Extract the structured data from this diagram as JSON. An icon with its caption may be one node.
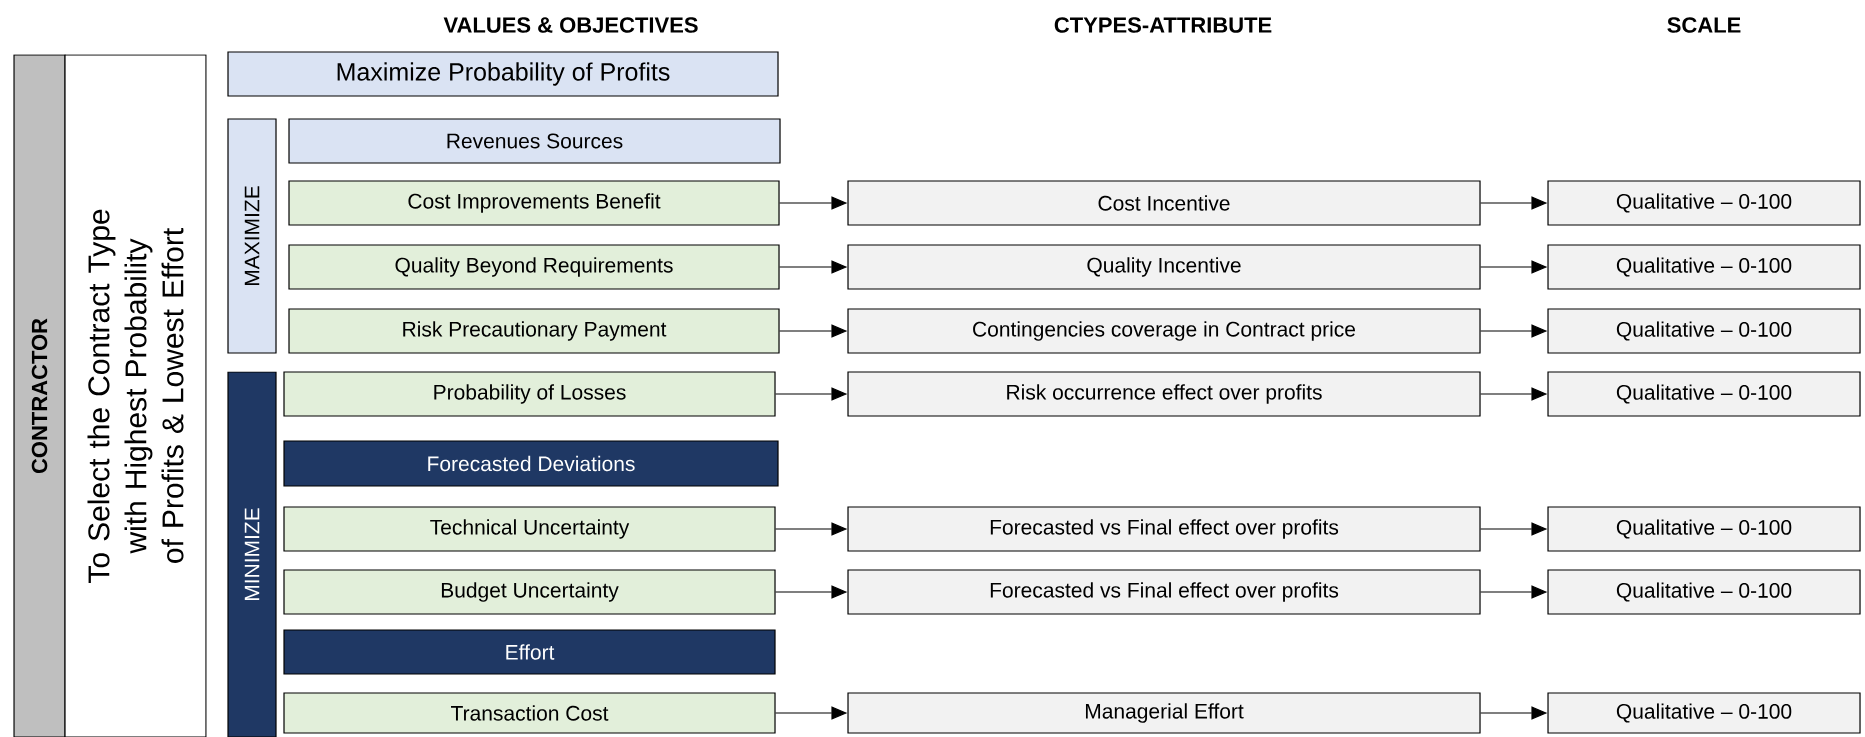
{
  "diagram": {
    "nodes": [
      {
        "text": [
          "CONTRACTOR"
        ]
      },
      {
        "text": [
          "To Select the Contract Type with Highest Probability of Profits & Lowest Effort"
        ]
      },
      {
        "text": [
          "Maximize Probability of Profits"
        ]
      },
      {
        "text": [
          "MAXIMIZE"
        ]
      },
      {
        "text": [
          "Revenues Sources"
        ]
      },
      {
        "text": [
          "Cost Improvements Benefit"
        ]
      },
      {
        "text": [
          "Cost Incentive"
        ]
      },
      {
        "text": [
          "Qualitative – 0-100"
        ]
      },
      {
        "text": [
          "Quality Beyond Requirements"
        ]
      },
      {
        "text": [
          "Quality Incentive"
        ]
      },
      {
        "text": [
          "Qualitative – 0-100"
        ]
      },
      {
        "text": [
          "Risk Precautionary Payment"
        ]
      },
      {
        "text": [
          "Contingencies coverage in Contract price"
        ]
      },
      {
        "text": [
          "Qualitative – 0-100"
        ]
      },
      {
        "text": [
          "MINIMIZE"
        ]
      },
      {
        "text": [
          "Probability of Losses"
        ]
      },
      {
        "text": [
          "Risk occurrence effect over profits"
        ]
      },
      {
        "text": [
          "Qualitative – 0-100"
        ]
      },
      {
        "text": [
          "Forecasted Deviations"
        ]
      },
      {
        "text": [
          "Technical Uncertainty"
        ]
      },
      {
        "text": [
          "Forecasted vs Final effect over profits"
        ]
      },
      {
        "text": [
          "Qualitative – 0-100"
        ]
      },
      {
        "text": [
          "Budget Uncertainty"
        ]
      },
      {
        "text": [
          "Forecasted vs Final effect over profits"
        ]
      },
      {
        "text": [
          "Qualitative – 0-100"
        ]
      },
      {
        "text": [
          "Effort"
        ]
      },
      {
        "text": [
          "Transaction Cost"
        ]
      },
      {
        "text": [
          "Managerial Effort"
        ]
      },
      {
        "text": [
          "Qualitative – 0-100"
        ]
      }
    ],
    "edges": [
      {
        "from": 5,
        "to": 6,
        "arrow": "to"
      },
      {
        "from": 6,
        "to": 7,
        "arrow": "to"
      },
      {
        "from": 8,
        "to": 9,
        "arrow": "to"
      },
      {
        "from": 9,
        "to": 10,
        "arrow": "to"
      },
      {
        "from": 11,
        "to": 12,
        "arrow": "to"
      },
      {
        "from": 12,
        "to": 13,
        "arrow": "to"
      },
      {
        "from": 15,
        "to": 16,
        "arrow": "to"
      },
      {
        "from": 16,
        "to": 17,
        "arrow": "to"
      },
      {
        "from": 19,
        "to": 20,
        "arrow": "to"
      },
      {
        "from": 20,
        "to": 21,
        "arrow": "to"
      },
      {
        "from": 22,
        "to": 23,
        "arrow": "to"
      },
      {
        "from": 23,
        "to": 24,
        "arrow": "to"
      },
      {
        "from": 26,
        "to": 27,
        "arrow": "to"
      },
      {
        "from": 27,
        "to": 28,
        "arrow": "to"
      }
    ],
    "labels": [
      "VALUES & OBJECTIVES",
      "CTYPES-ATTRIBUTE",
      "SCALE"
    ]
  }
}
